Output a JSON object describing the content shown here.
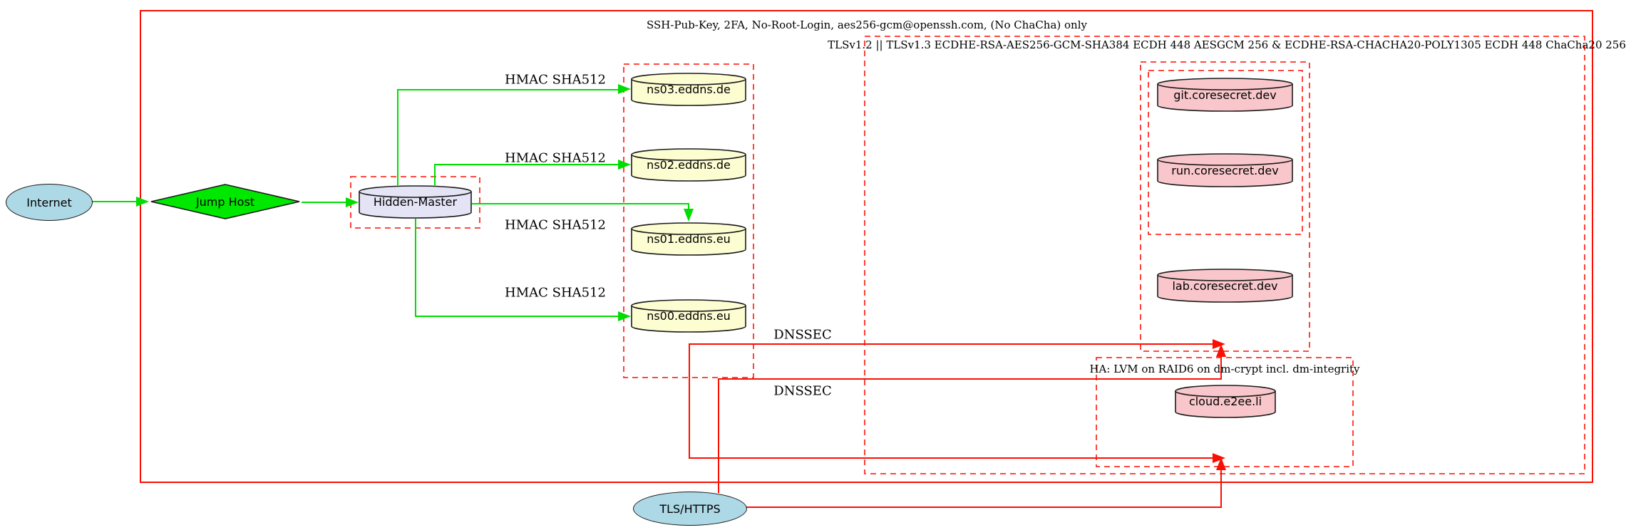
{
  "clusters": {
    "ssh": {
      "label": "SSH-Pub-Key, 2FA, No-Root-Login, aes256-gcm@openssh.com, (No ChaCha) only"
    },
    "tls": {
      "label": "TLSv1.2 || TLSv1.3 ECDHE-RSA-AES256-GCM-SHA384 ECDH 448 AESGCM 256 & ECDHE-RSA-CHACHA20-POLY1305 ECDH 448 ChaCha20 256"
    },
    "ha": {
      "label": "HA: LVM on RAID6 on dm-crypt incl. dm-integrity"
    }
  },
  "nodes": {
    "internet": {
      "label": "Internet"
    },
    "jump_host": {
      "label": "Jump Host"
    },
    "hidden_master": {
      "label": "Hidden-Master"
    },
    "ns03": {
      "label": "ns03.eddns.de"
    },
    "ns02": {
      "label": "ns02.eddns.de"
    },
    "ns01": {
      "label": "ns01.eddns.eu"
    },
    "ns00": {
      "label": "ns00.eddns.eu"
    },
    "git": {
      "label": "git.coresecret.dev"
    },
    "run": {
      "label": "run.coresecret.dev"
    },
    "lab": {
      "label": "lab.coresecret.dev"
    },
    "cloud": {
      "label": "cloud.e2ee.li"
    },
    "tls_https": {
      "label": "TLS/HTTPS"
    }
  },
  "edge_labels": {
    "hmac": "HMAC SHA512",
    "dnssec": "DNSSEC"
  },
  "colors": {
    "edge_green": "#00DD00",
    "diamond_fill": "#00E800",
    "edge_red": "#FA0F02",
    "dashed_red": "#FF2E24",
    "ns_fill": "#FDFDD2",
    "secret_fill": "#F9C7CB",
    "master_fill": "#E4E4F6",
    "endpoint_fill": "#ADD8E6"
  }
}
